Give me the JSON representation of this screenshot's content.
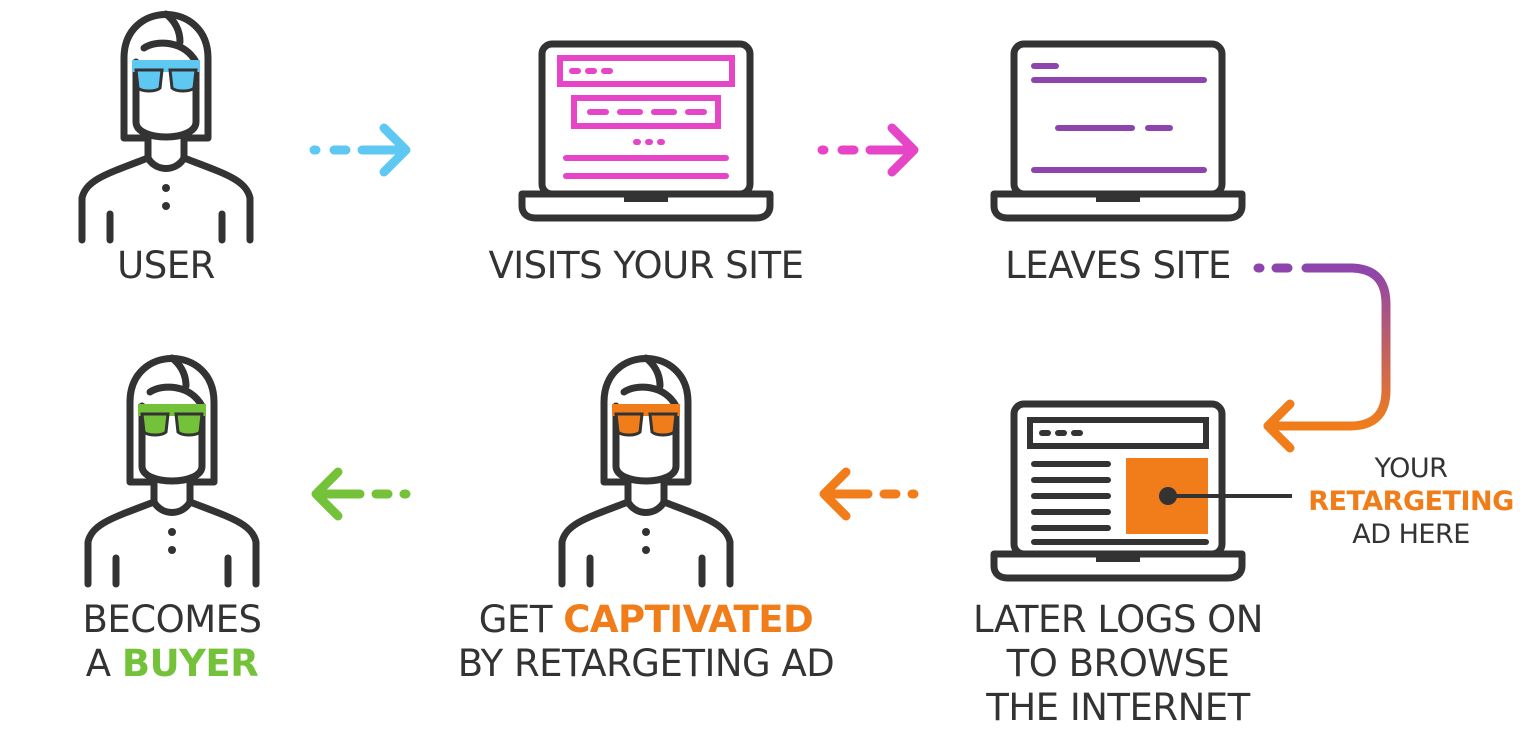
{
  "colors": {
    "outline": "#333333",
    "blue": "#5ec8f2",
    "magenta": "#e645c8",
    "purple": "#8e44ad",
    "orange": "#f07d1a",
    "green": "#74c23a"
  },
  "icons": {
    "user": "person-with-blue-glasses-icon",
    "visit": "laptop-pink-site-icon",
    "leave": "laptop-purple-site-icon",
    "browse": "laptop-with-ad-icon",
    "captivated": "person-with-orange-glasses-icon",
    "buyer": "person-with-green-glasses-icon"
  },
  "steps": {
    "user": {
      "label": "USER"
    },
    "visit": {
      "label": "VISITS YOUR SITE"
    },
    "leave": {
      "label": "LEAVES SITE"
    },
    "browse": {
      "line1": "LATER LOGS ON",
      "line2": "TO BROWSE",
      "line3": "THE INTERNET"
    },
    "captivated": {
      "prefix": "GET ",
      "highlight": "CAPTIVATED",
      "line2": "BY RETARGETING AD"
    },
    "buyer": {
      "line1": "BECOMES",
      "prefix": "A ",
      "highlight": "BUYER"
    }
  },
  "ad_callout": {
    "line1": "YOUR",
    "highlight": "RETARGETING",
    "line3": "AD HERE"
  }
}
